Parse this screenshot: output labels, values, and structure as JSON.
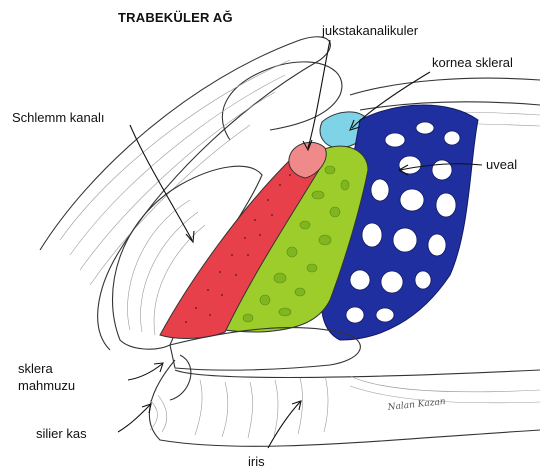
{
  "title": "TRABEKÜLER AĞ",
  "labels": {
    "jukstakanalikuler": "jukstakanalikuler",
    "kornea_skleral": "kornea skleral",
    "uveal": "uveal",
    "schlemm": "Schlemm kanalı",
    "sklera_mahmuzu_1": "sklera",
    "sklera_mahmuzu_2": "mahmuzu",
    "silier_kas": "silier kas",
    "iris": "iris"
  },
  "signature": "Nalan Kazan",
  "colors": {
    "schlemm_red": "#e8404a",
    "juxta_pink": "#f08a8a",
    "corneoscleral_green": "#9ccd2a",
    "corneoscleral_cyan": "#7fd3e6",
    "uveal_blue": "#1f2fa0",
    "outline": "#333333"
  }
}
